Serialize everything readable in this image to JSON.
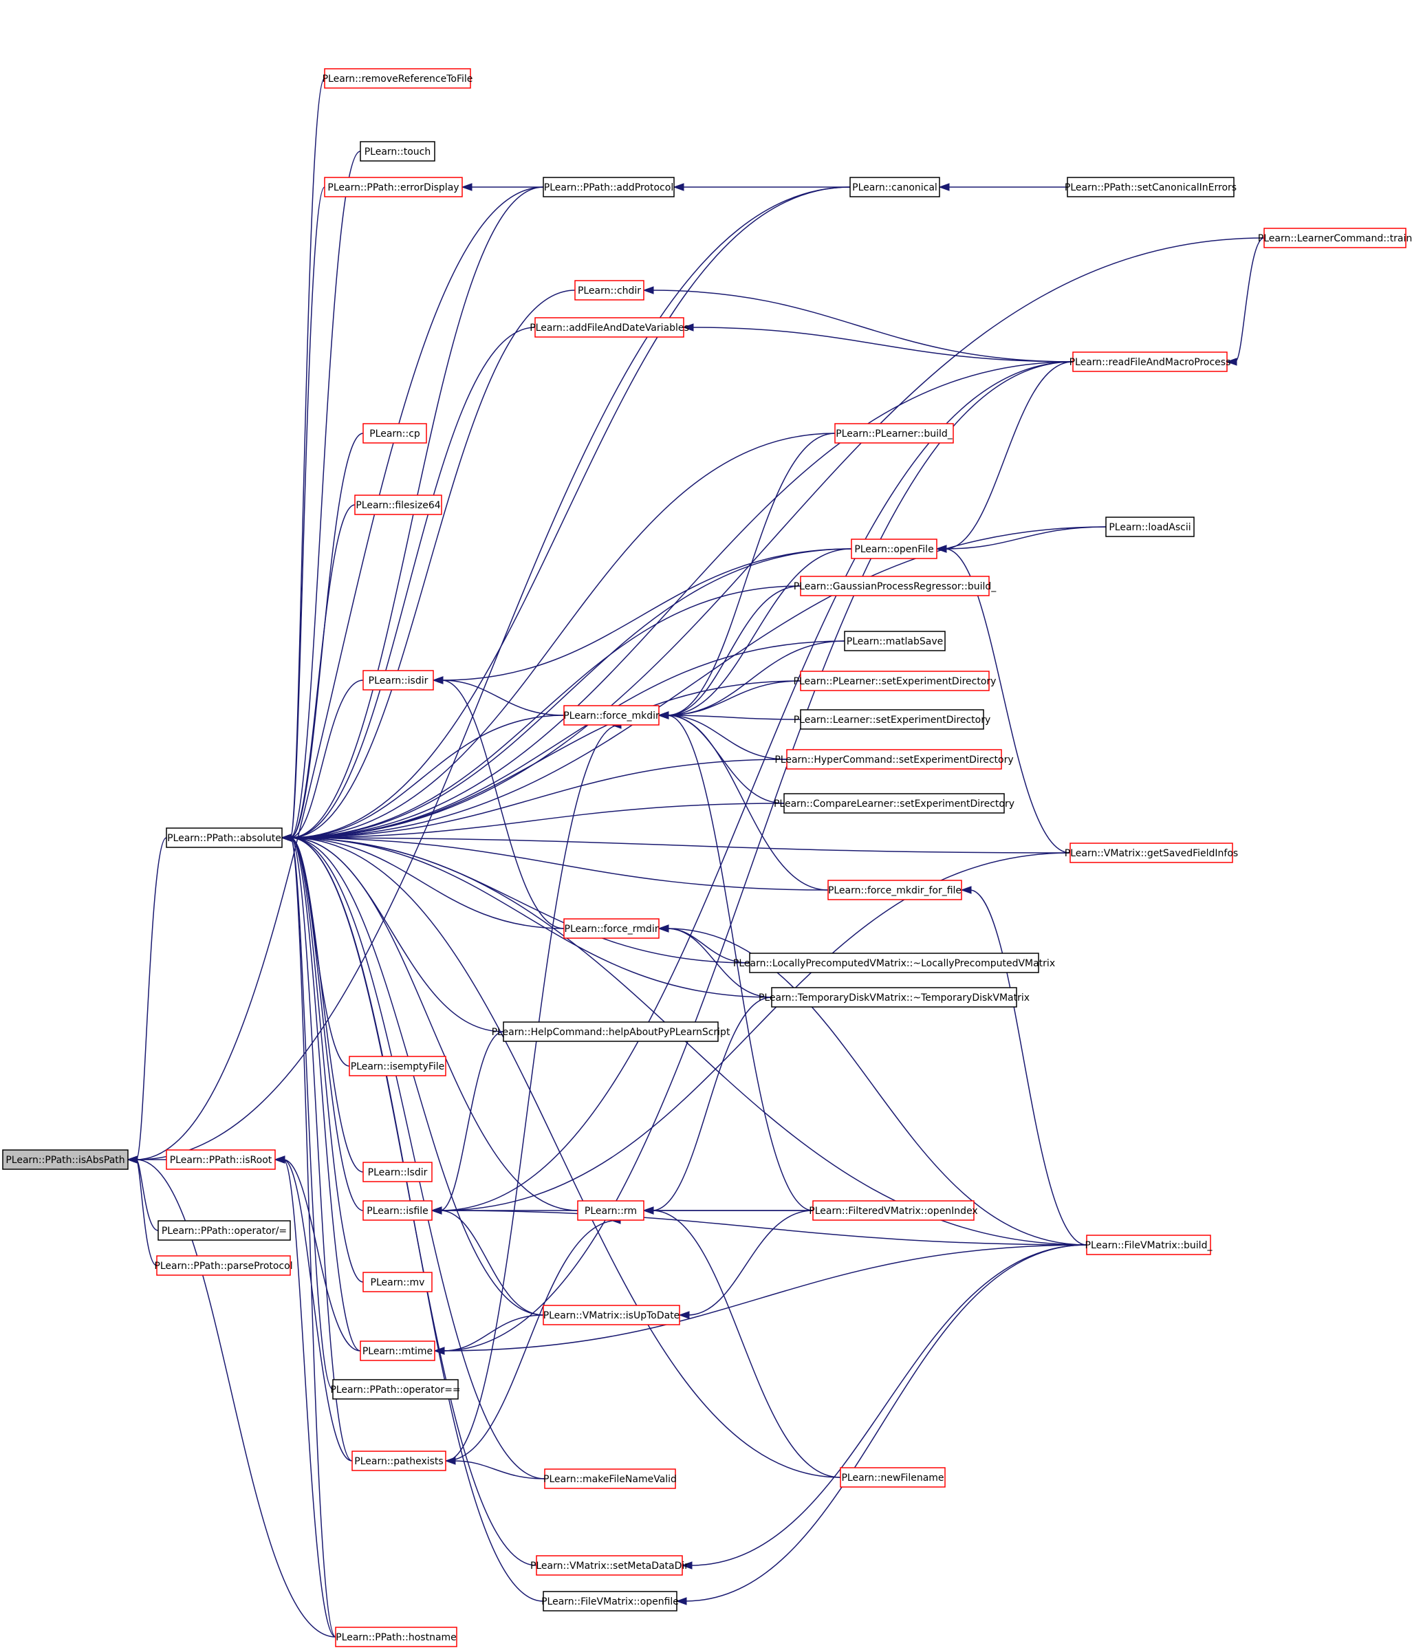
{
  "graph": {
    "kind": "caller graph",
    "root": "isAbsPath",
    "nodes": [
      {
        "id": "isAbsPath",
        "label": "PLearn::PPath::isAbsPath",
        "style": "root"
      },
      {
        "id": "absolute",
        "label": "PLearn::PPath::absolute",
        "style": "black"
      },
      {
        "id": "isRoot",
        "label": "PLearn::PPath::isRoot",
        "style": "red"
      },
      {
        "id": "opAssign",
        "label": "PLearn::PPath::operator/=",
        "style": "black"
      },
      {
        "id": "parseProtocol",
        "label": "PLearn::PPath::parseProtocol",
        "style": "red"
      },
      {
        "id": "removeRef",
        "label": "PLearn::removeReferenceToFile",
        "style": "red"
      },
      {
        "id": "touch",
        "label": "PLearn::touch",
        "style": "black"
      },
      {
        "id": "errorDisplay",
        "label": "PLearn::PPath::errorDisplay",
        "style": "red"
      },
      {
        "id": "chdir",
        "label": "PLearn::chdir",
        "style": "red"
      },
      {
        "id": "addFileAndDate",
        "label": "PLearn::addFileAndDateVariables",
        "style": "red"
      },
      {
        "id": "cp",
        "label": "PLearn::cp",
        "style": "red"
      },
      {
        "id": "filesize64",
        "label": "PLearn::filesize64",
        "style": "red"
      },
      {
        "id": "isdir",
        "label": "PLearn::isdir",
        "style": "red"
      },
      {
        "id": "isemptyFile",
        "label": "PLearn::isemptyFile",
        "style": "red"
      },
      {
        "id": "lsdir",
        "label": "PLearn::lsdir",
        "style": "red"
      },
      {
        "id": "isfile",
        "label": "PLearn::isfile",
        "style": "red"
      },
      {
        "id": "mv",
        "label": "PLearn::mv",
        "style": "red"
      },
      {
        "id": "mtime",
        "label": "PLearn::mtime",
        "style": "red"
      },
      {
        "id": "opEq",
        "label": "PLearn::PPath::operator==",
        "style": "black"
      },
      {
        "id": "pathexists",
        "label": "PLearn::pathexists",
        "style": "red"
      },
      {
        "id": "hostname",
        "label": "PLearn::PPath::hostname",
        "style": "red"
      },
      {
        "id": "addProtocol",
        "label": "PLearn::PPath::addProtocol",
        "style": "black"
      },
      {
        "id": "forceMkdir",
        "label": "PLearn::force_mkdir",
        "style": "red"
      },
      {
        "id": "forceRmdir",
        "label": "PLearn::force_rmdir",
        "style": "red"
      },
      {
        "id": "helpAbout",
        "label": "PLearn::HelpCommand::helpAboutPyPLearnScript",
        "style": "black"
      },
      {
        "id": "rm",
        "label": "PLearn::rm",
        "style": "red"
      },
      {
        "id": "vmIsUpToDate",
        "label": "PLearn::VMatrix::isUpToDate",
        "style": "red"
      },
      {
        "id": "makeFileNameValid",
        "label": "PLearn::makeFileNameValid",
        "style": "red"
      },
      {
        "id": "vmSetMetaDataDir",
        "label": "PLearn::VMatrix::setMetaDataDir",
        "style": "red"
      },
      {
        "id": "fvmOpenfile",
        "label": "PLearn::FileVMatrix::openfile",
        "style": "black"
      },
      {
        "id": "canonical",
        "label": "PLearn::canonical",
        "style": "black"
      },
      {
        "id": "plBuild",
        "label": "PLearn::PLearner::build_",
        "style": "red"
      },
      {
        "id": "openFile",
        "label": "PLearn::openFile",
        "style": "red"
      },
      {
        "id": "gprBuild",
        "label": "PLearn::GaussianProcessRegressor::build_",
        "style": "red"
      },
      {
        "id": "matlabSave",
        "label": "PLearn::matlabSave",
        "style": "black"
      },
      {
        "id": "plSetExp",
        "label": "PLearn::PLearner::setExperimentDirectory",
        "style": "red"
      },
      {
        "id": "learnerSetExp",
        "label": "PLearn::Learner::setExperimentDirectory",
        "style": "black"
      },
      {
        "id": "hyperSetExp",
        "label": "PLearn::HyperCommand::setExperimentDirectory",
        "style": "red"
      },
      {
        "id": "compareSetExp",
        "label": "PLearn::CompareLearner::setExperimentDirectory",
        "style": "black"
      },
      {
        "id": "forceMkdirForFile",
        "label": "PLearn::force_mkdir_for_file",
        "style": "red"
      },
      {
        "id": "lpvDtor",
        "label": "PLearn::LocallyPrecomputedVMatrix::~LocallyPrecomputedVMatrix",
        "style": "black"
      },
      {
        "id": "tdvDtor",
        "label": "PLearn::TemporaryDiskVMatrix::~TemporaryDiskVMatrix",
        "style": "black"
      },
      {
        "id": "fvmOpenIndex",
        "label": "PLearn::FilteredVMatrix::openIndex",
        "style": "red"
      },
      {
        "id": "newFilename",
        "label": "PLearn::newFilename",
        "style": "red"
      },
      {
        "id": "setCanonicalInErrors",
        "label": "PLearn::PPath::setCanonicalInErrors",
        "style": "black"
      },
      {
        "id": "readFileAndMacro",
        "label": "PLearn::readFileAndMacroProcess",
        "style": "red"
      },
      {
        "id": "loadAscii",
        "label": "PLearn::loadAscii",
        "style": "black"
      },
      {
        "id": "vmGetSaved",
        "label": "PLearn::VMatrix::getSavedFieldInfos",
        "style": "red"
      },
      {
        "id": "fvmBuild",
        "label": "PLearn::FileVMatrix::build_",
        "style": "red"
      },
      {
        "id": "lcTrain",
        "label": "PLearn::LearnerCommand::train",
        "style": "red"
      }
    ],
    "edges": [
      {
        "from": "absolute",
        "to": "isAbsPath"
      },
      {
        "from": "isRoot",
        "to": "isAbsPath"
      },
      {
        "from": "opAssign",
        "to": "isAbsPath"
      },
      {
        "from": "parseProtocol",
        "to": "isAbsPath"
      },
      {
        "from": "addProtocol",
        "to": "isAbsPath"
      },
      {
        "from": "canonical",
        "to": "isAbsPath"
      },
      {
        "from": "hostname",
        "to": "isAbsPath"
      },
      {
        "from": "removeRef",
        "to": "absolute"
      },
      {
        "from": "touch",
        "to": "absolute"
      },
      {
        "from": "errorDisplay",
        "to": "absolute"
      },
      {
        "from": "addProtocol",
        "to": "absolute"
      },
      {
        "from": "canonical",
        "to": "absolute"
      },
      {
        "from": "chdir",
        "to": "absolute"
      },
      {
        "from": "addFileAndDate",
        "to": "absolute"
      },
      {
        "from": "readFileAndMacro",
        "to": "absolute"
      },
      {
        "from": "plBuild",
        "to": "absolute"
      },
      {
        "from": "cp",
        "to": "absolute"
      },
      {
        "from": "filesize64",
        "to": "absolute"
      },
      {
        "from": "loadAscii",
        "to": "absolute"
      },
      {
        "from": "openFile",
        "to": "absolute"
      },
      {
        "from": "gprBuild",
        "to": "absolute"
      },
      {
        "from": "matlabSave",
        "to": "absolute"
      },
      {
        "from": "plSetExp",
        "to": "absolute"
      },
      {
        "from": "isdir",
        "to": "absolute"
      },
      {
        "from": "forceMkdir",
        "to": "absolute"
      },
      {
        "from": "hyperSetExp",
        "to": "absolute"
      },
      {
        "from": "compareSetExp",
        "to": "absolute"
      },
      {
        "from": "vmGetSaved",
        "to": "absolute"
      },
      {
        "from": "forceMkdirForFile",
        "to": "absolute"
      },
      {
        "from": "forceRmdir",
        "to": "absolute"
      },
      {
        "from": "lpvDtor",
        "to": "absolute"
      },
      {
        "from": "tdvDtor",
        "to": "absolute"
      },
      {
        "from": "helpAbout",
        "to": "absolute"
      },
      {
        "from": "isemptyFile",
        "to": "absolute"
      },
      {
        "from": "lsdir",
        "to": "absolute"
      },
      {
        "from": "isfile",
        "to": "absolute"
      },
      {
        "from": "rm",
        "to": "absolute"
      },
      {
        "from": "fvmBuild",
        "to": "absolute"
      },
      {
        "from": "mv",
        "to": "absolute"
      },
      {
        "from": "vmIsUpToDate",
        "to": "absolute"
      },
      {
        "from": "mtime",
        "to": "absolute"
      },
      {
        "from": "opEq",
        "to": "absolute"
      },
      {
        "from": "pathexists",
        "to": "absolute"
      },
      {
        "from": "makeFileNameValid",
        "to": "absolute"
      },
      {
        "from": "newFilename",
        "to": "absolute"
      },
      {
        "from": "vmSetMetaDataDir",
        "to": "absolute"
      },
      {
        "from": "fvmOpenfile",
        "to": "absolute"
      },
      {
        "from": "hostname",
        "to": "absolute"
      },
      {
        "from": "lcTrain",
        "to": "absolute"
      },
      {
        "from": "mtime",
        "to": "isRoot"
      },
      {
        "from": "pathexists",
        "to": "isRoot"
      },
      {
        "from": "hostname",
        "to": "isRoot"
      },
      {
        "from": "addProtocol",
        "to": "errorDisplay"
      },
      {
        "from": "canonical",
        "to": "addProtocol"
      },
      {
        "from": "setCanonicalInErrors",
        "to": "canonical"
      },
      {
        "from": "readFileAndMacro",
        "to": "chdir"
      },
      {
        "from": "readFileAndMacro",
        "to": "addFileAndDate"
      },
      {
        "from": "lcTrain",
        "to": "readFileAndMacro"
      },
      {
        "from": "forceMkdir",
        "to": "isdir"
      },
      {
        "from": "forceRmdir",
        "to": "isdir"
      },
      {
        "from": "openFile",
        "to": "isdir"
      },
      {
        "from": "loadAscii",
        "to": "openFile"
      },
      {
        "from": "vmGetSaved",
        "to": "openFile"
      },
      {
        "from": "readFileAndMacro",
        "to": "openFile"
      },
      {
        "from": "plBuild",
        "to": "forceMkdir"
      },
      {
        "from": "openFile",
        "to": "forceMkdir"
      },
      {
        "from": "gprBuild",
        "to": "forceMkdir"
      },
      {
        "from": "matlabSave",
        "to": "forceMkdir"
      },
      {
        "from": "plSetExp",
        "to": "forceMkdir"
      },
      {
        "from": "learnerSetExp",
        "to": "forceMkdir"
      },
      {
        "from": "hyperSetExp",
        "to": "forceMkdir"
      },
      {
        "from": "compareSetExp",
        "to": "forceMkdir"
      },
      {
        "from": "forceMkdirForFile",
        "to": "forceMkdir"
      },
      {
        "from": "fvmOpenIndex",
        "to": "forceMkdir"
      },
      {
        "from": "pathexists",
        "to": "forceMkdir"
      },
      {
        "from": "fvmBuild",
        "to": "forceMkdirForFile"
      },
      {
        "from": "lpvDtor",
        "to": "forceRmdir"
      },
      {
        "from": "tdvDtor",
        "to": "forceRmdir"
      },
      {
        "from": "fvmBuild",
        "to": "forceRmdir"
      },
      {
        "from": "helpAbout",
        "to": "isfile"
      },
      {
        "from": "fvmOpenIndex",
        "to": "isfile"
      },
      {
        "from": "vmIsUpToDate",
        "to": "isfile"
      },
      {
        "from": "fvmBuild",
        "to": "isfile"
      },
      {
        "from": "readFileAndMacro",
        "to": "isfile"
      },
      {
        "from": "vmGetSaved",
        "to": "isfile"
      },
      {
        "from": "fvmOpenIndex",
        "to": "rm"
      },
      {
        "from": "tdvDtor",
        "to": "rm"
      },
      {
        "from": "newFilename",
        "to": "rm"
      },
      {
        "from": "pathexists",
        "to": "rm"
      },
      {
        "from": "fvmOpenIndex",
        "to": "vmIsUpToDate"
      },
      {
        "from": "vmIsUpToDate",
        "to": "mtime"
      },
      {
        "from": "fvmBuild",
        "to": "mtime"
      },
      {
        "from": "readFileAndMacro",
        "to": "mtime"
      },
      {
        "from": "makeFileNameValid",
        "to": "pathexists"
      },
      {
        "from": "fvmBuild",
        "to": "vmSetMetaDataDir"
      },
      {
        "from": "fvmBuild",
        "to": "fvmOpenfile"
      }
    ]
  }
}
